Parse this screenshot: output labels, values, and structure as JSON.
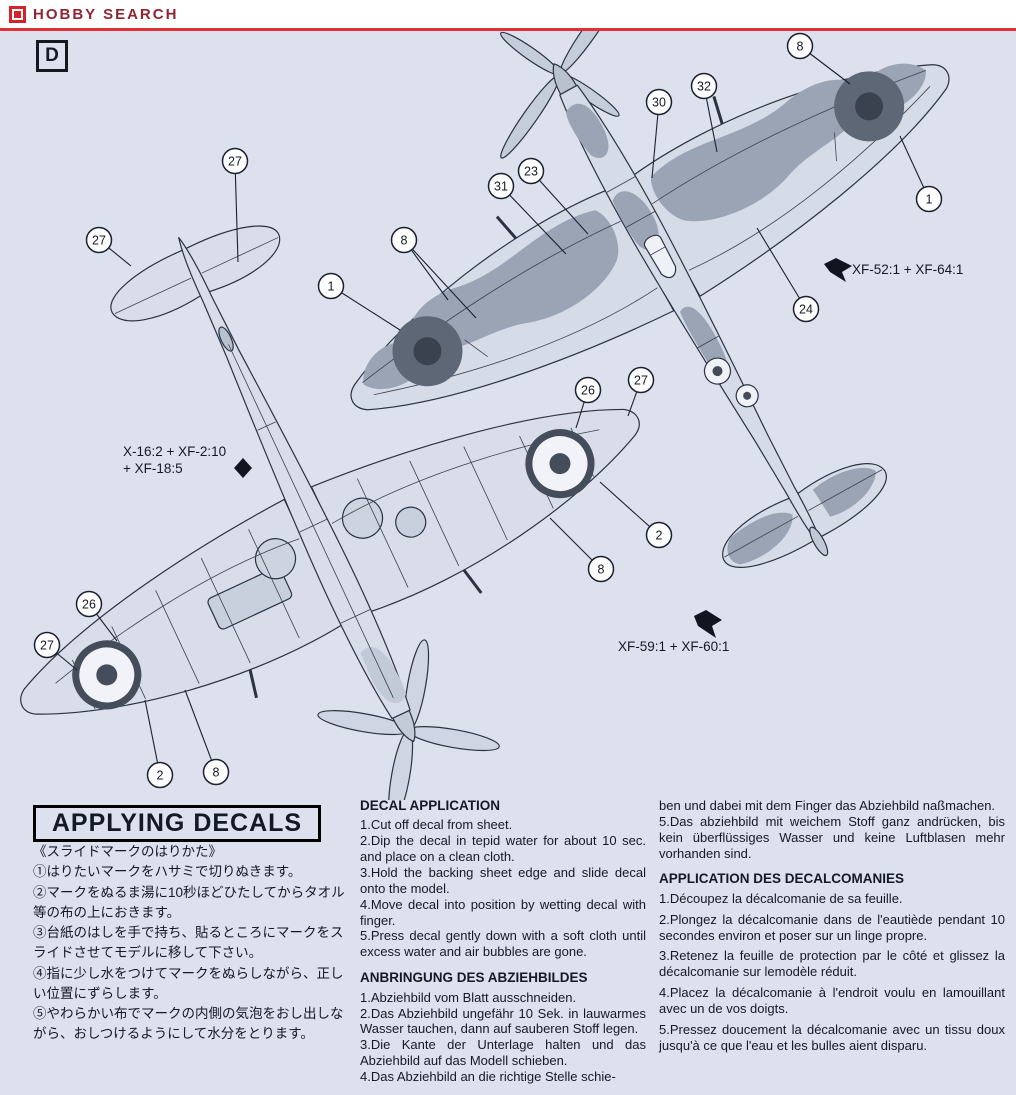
{
  "header": {
    "brand": "HOBBY SEARCH"
  },
  "sheet": {
    "step_label": "D"
  },
  "diagram": {
    "callouts": [
      {
        "num": "8"
      },
      {
        "num": "1"
      },
      {
        "num": "32"
      },
      {
        "num": "30"
      },
      {
        "num": "23"
      },
      {
        "num": "31"
      },
      {
        "num": "8"
      },
      {
        "num": "1"
      },
      {
        "num": "24"
      },
      {
        "num": "26"
      },
      {
        "num": "27"
      },
      {
        "num": "2"
      },
      {
        "num": "8"
      },
      {
        "num": "27"
      },
      {
        "num": "27"
      },
      {
        "num": "26"
      },
      {
        "num": "27"
      },
      {
        "num": "2"
      },
      {
        "num": "8"
      }
    ],
    "paint_labels": {
      "upper": "XF-52:1 + XF-64:1",
      "mid_line1": "X-16:2 + XF-2:10",
      "mid_line2": "+ XF-18:5",
      "lower": "XF-59:1 + XF-60:1"
    }
  },
  "instructions": {
    "title": "APPLYING DECALS",
    "japanese": {
      "heading": "《スライドマークのはりかた》",
      "steps": [
        "①はりたいマークをハサミで切りぬきます。",
        "②マークをぬるま湯に10秒ほどひたしてからタオル等の布の上におきます。",
        "③台紙のはしを手で持ち、貼るところにマークをスライドさせてモデルに移して下さい。",
        "④指に少し水をつけてマークをぬらしながら、正しい位置にずらします。",
        "⑤やわらかい布でマークの内側の気泡をおし出しながら、おしつけるようにして水分をとります。"
      ]
    },
    "english": {
      "heading": "DECAL APPLICATION",
      "steps": [
        "1.Cut off decal from sheet.",
        "2.Dip the decal in tepid water for about 10 sec. and place on a clean cloth.",
        "3.Hold the backing sheet edge and slide decal onto the model.",
        "4.Move decal into position by wetting decal with finger.",
        "5.Press decal gently down with a soft cloth until excess water and air bubbles are gone."
      ]
    },
    "german": {
      "heading": "ANBRINGUNG DES ABZIEHBILDES",
      "steps": [
        "1.Abziehbild vom Blatt ausschneiden.",
        "2.Das Abziehbild ungefähr 10 Sek. in lauwarmes Wasser tauchen, dann auf sauberen Stoff legen.",
        "3.Die Kante der Unterlage halten und das Abziehbild auf das Modell schieben.",
        "4.Das Abziehbild an die richtige Stelle schie-"
      ],
      "continuation": "ben und dabei mit dem Finger das Abziehbild naßmachen.",
      "step5": "5.Das abziehbild mit weichem Stoff ganz andrücken, bis kein überflüssiges Wasser und keine Luftblasen mehr vorhanden sind."
    },
    "french": {
      "heading": "APPLICATION DES DECALCOMANIES",
      "steps": [
        "1.Découpez la décalcomanie de sa feuille.",
        "2.Plongez la décalcomanie dans de l'eautiède pendant 10 secondes environ et poser sur un linge propre.",
        "3.Retenez la feuille de protection par le côté et glissez la décalcomanie sur lemodèle réduit.",
        "4.Placez la décalcomanie à l'endroit voulu en lamouillant avec un de vos doigts.",
        "5.Pressez doucement la décalcomanie avec un tissu doux jusqu'à ce que l'eau et les bulles aient disparu."
      ]
    }
  }
}
